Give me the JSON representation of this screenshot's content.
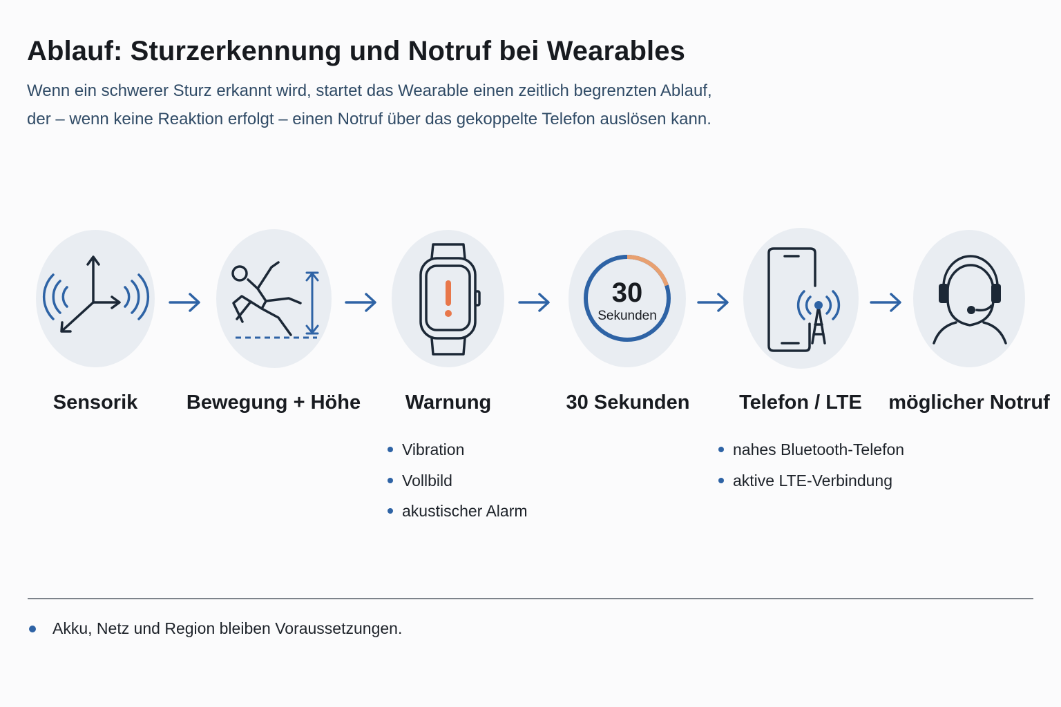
{
  "header": {
    "title": "Ablauf: Sturzerkennung und Notruf bei Wearables",
    "subtitle_line1": "Wenn ein schwerer Sturz erkannt wird, startet das Wearable einen zeitlich begrenzten Ablauf,",
    "subtitle_line2": "der – wenn keine Reaktion erfolgt – einen Notruf über das gekoppelte Telefon auslösen kann."
  },
  "steps": [
    {
      "label": "Sensorik",
      "icon": "sensor-axes-icon"
    },
    {
      "label": "Bewegung + Höhe",
      "icon": "falling-person-icon"
    },
    {
      "label": "Warnung",
      "icon": "smartwatch-alert-icon",
      "bullets": [
        "Vibration",
        "Vollbild",
        "akustischer Alarm"
      ]
    },
    {
      "label": "30 Sekunden",
      "icon": "countdown-timer-icon",
      "timer_value": "30",
      "timer_unit": "Sekunden",
      "timer_elapsed_fraction": 0.2
    },
    {
      "label": "Telefon / LTE",
      "icon": "phone-signal-icon",
      "bullets": [
        "nahes Bluetooth-Telefon",
        "aktive LTE-Verbindung"
      ]
    },
    {
      "label": "möglicher Notruf",
      "icon": "headset-operator-icon"
    }
  ],
  "footnote": "Akku, Netz und Region bleiben Voraussetzungen.",
  "colors": {
    "accent_blue": "#2e63a5",
    "dark_navy": "#1c2836",
    "alert_orange": "#e8774a",
    "circle_bg": "#e9edf2",
    "text_muted": "#304b66"
  }
}
